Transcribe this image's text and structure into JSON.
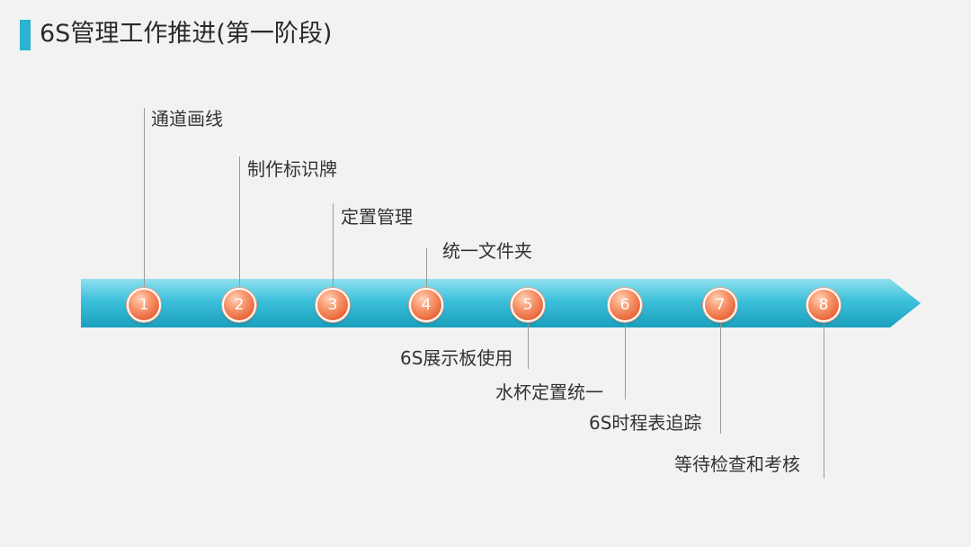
{
  "header": {
    "title": "6S管理工作推进(第一阶段)"
  },
  "timeline": {
    "colors": {
      "band": "#2bb3cf",
      "marker": "#ef7a4a",
      "line": "#9a9a9a"
    },
    "steps": [
      {
        "number": "1",
        "label": "通道画线",
        "side": "top"
      },
      {
        "number": "2",
        "label": "制作标识牌",
        "side": "top"
      },
      {
        "number": "3",
        "label": "定置管理",
        "side": "top"
      },
      {
        "number": "4",
        "label": "统一文件夹",
        "side": "top"
      },
      {
        "number": "5",
        "label": "6S展示板使用",
        "side": "bottom"
      },
      {
        "number": "6",
        "label": "水杯定置统一",
        "side": "bottom"
      },
      {
        "number": "7",
        "label": "6S时程表追踪",
        "side": "bottom"
      },
      {
        "number": "8",
        "label": "等待检查和考核",
        "side": "bottom"
      }
    ]
  }
}
